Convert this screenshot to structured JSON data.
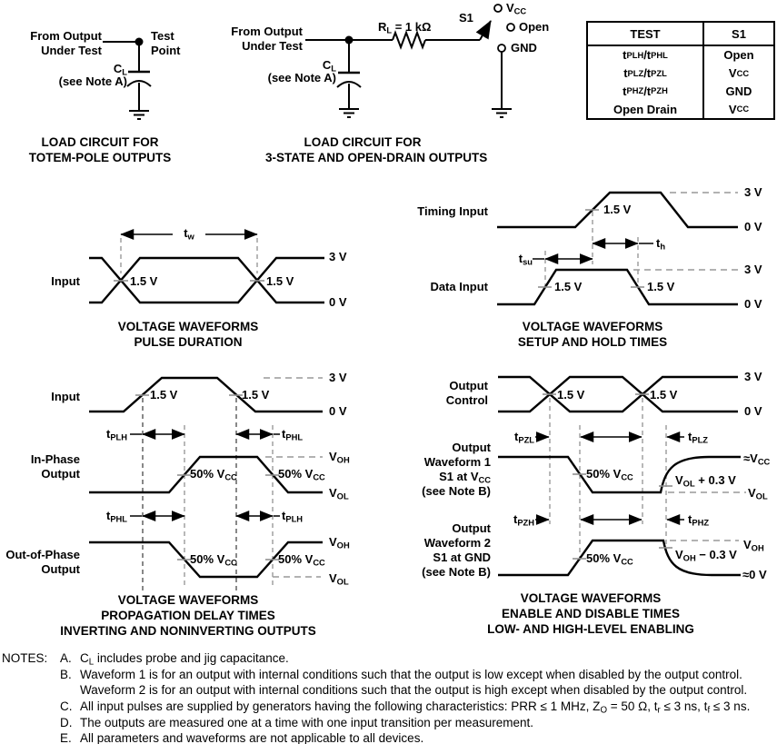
{
  "colors": {
    "ink": "#000000",
    "dash_gray": "#999999"
  },
  "levels": {
    "v3": "3 V",
    "v0": "0 V",
    "v15": "1.5 V",
    "p50": "50% V_{CC}",
    "voh": "V_{OH}",
    "vol": "V_{OL}"
  },
  "circuit1": {
    "from_output": "From Output",
    "under_test": "Under Test",
    "test": "Test",
    "point": "Point",
    "cl": "C_{L}",
    "see_note": "(see Note A)",
    "caption": [
      "LOAD CIRCUIT FOR",
      "TOTEM-POLE OUTPUTS"
    ]
  },
  "circuit2": {
    "from_output": "From Output",
    "under_test": "Under Test",
    "cl": "C_{L}",
    "see_note": "(see Note A)",
    "rl": "R_{L} = 1 kΩ",
    "s1": "S1",
    "vcc": "V_{CC}",
    "open": "Open",
    "gnd": "GND",
    "caption": [
      "LOAD CIRCUIT FOR",
      "3-STATE AND OPEN-DRAIN OUTPUTS"
    ]
  },
  "table": {
    "headers": [
      "TEST",
      "S1"
    ],
    "rows": [
      [
        "t_{PLH}/t_{PHL}",
        "Open"
      ],
      [
        "t_{PLZ}/t_{PZL}",
        "V_{CC}"
      ],
      [
        "t_{PHZ}/t_{PZH}",
        "GND"
      ],
      [
        "Open Drain",
        "V_{CC}"
      ]
    ]
  },
  "pulse": {
    "input": "Input",
    "tw": "t_{w}",
    "caption": [
      "VOLTAGE WAVEFORMS",
      "PULSE DURATION"
    ]
  },
  "setup_hold": {
    "timing_input": "Timing Input",
    "data_input": "Data Input",
    "tsu": "t_{su}",
    "th": "t_{h}",
    "caption": [
      "VOLTAGE WAVEFORMS",
      "SETUP AND HOLD TIMES"
    ]
  },
  "prop_delay": {
    "input": "Input",
    "in_phase": [
      "In-Phase",
      "Output"
    ],
    "out_phase": [
      "Out-of-Phase",
      "Output"
    ],
    "tplh": "t_{PLH}",
    "tphl": "t_{PHL}",
    "caption": [
      "VOLTAGE WAVEFORMS",
      "PROPAGATION DELAY TIMES",
      "INVERTING AND NONINVERTING OUTPUTS"
    ]
  },
  "enable_disable": {
    "out_ctl": [
      "Output",
      "Control"
    ],
    "wave1": [
      "Output",
      "Waveform 1",
      "S1 at V_{CC}",
      "(see Note B)"
    ],
    "wave2": [
      "Output",
      "Waveform 2",
      "S1 at GND",
      "(see Note B)"
    ],
    "tpzl": "t_{PZL}",
    "tplz": "t_{PLZ}",
    "tpzh": "t_{PZH}",
    "tphz": "t_{PHZ}",
    "vol_plus": "V_{OL} + 0.3 V",
    "voh_minus": "V_{OH} − 0.3 V",
    "approx_vcc": "≈V_{CC}",
    "approx_0": "≈0 V",
    "caption": [
      "VOLTAGE WAVEFORMS",
      "ENABLE AND DISABLE TIMES",
      "LOW- AND HIGH-LEVEL ENABLING"
    ]
  },
  "notes": {
    "label": "NOTES:",
    "a_letter": "A.",
    "a": "C_{L} includes probe and jig capacitance.",
    "b_letter": "B.",
    "b1": "Waveform 1 is for an output with internal conditions such that the output is low except when disabled by the output control.",
    "b2": "Waveform 2 is for an output with internal conditions such that the output is high except when disabled by the output control.",
    "c_letter": "C.",
    "c": "All input pulses are supplied by generators having the following characteristics:  PRR ≤ 1 MHz, Z_{O} = 50 Ω, t_{r} ≤ 3 ns, t_{f} ≤ 3 ns.",
    "d_letter": "D.",
    "d": "The outputs are measured one at a time with one input transition per measurement.",
    "e_letter": "E.",
    "e": "All parameters and waveforms are not applicable to all devices."
  }
}
